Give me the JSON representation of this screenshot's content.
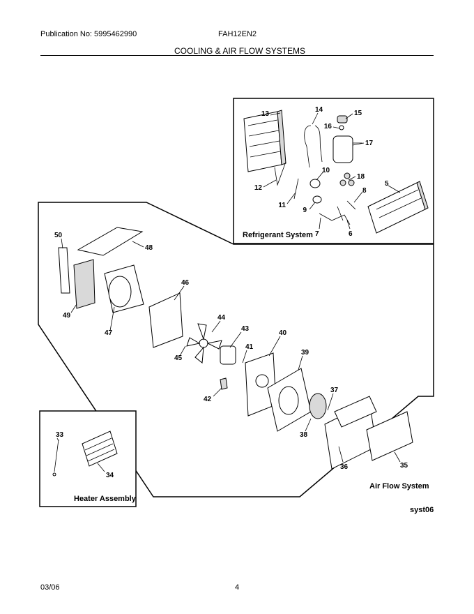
{
  "header": {
    "publication": "Publication No: 5995462990",
    "model": "FAH12EN2",
    "section_title": "COOLING & AIR FLOW SYSTEMS"
  },
  "panels": {
    "refrigerant": "Refrigerant System",
    "airflow": "Air Flow System",
    "heater": "Heater Assembly"
  },
  "diagram_code": "syst06",
  "callouts": {
    "c5": "5",
    "c6": "6",
    "c7": "7",
    "c8": "8",
    "c9": "9",
    "c10": "10",
    "c11": "11",
    "c12": "12",
    "c13": "13",
    "c14": "14",
    "c15": "15",
    "c16": "16",
    "c17": "17",
    "c18": "18",
    "c33": "33",
    "c34": "34",
    "c35": "35",
    "c36": "36",
    "c37": "37",
    "c38": "38",
    "c39": "39",
    "c40": "40",
    "c41": "41",
    "c42": "42",
    "c43": "43",
    "c44": "44",
    "c45": "45",
    "c46": "46",
    "c47": "47",
    "c48": "48",
    "c49": "49",
    "c50": "50"
  },
  "footer": {
    "date": "03/06",
    "page": "4"
  }
}
